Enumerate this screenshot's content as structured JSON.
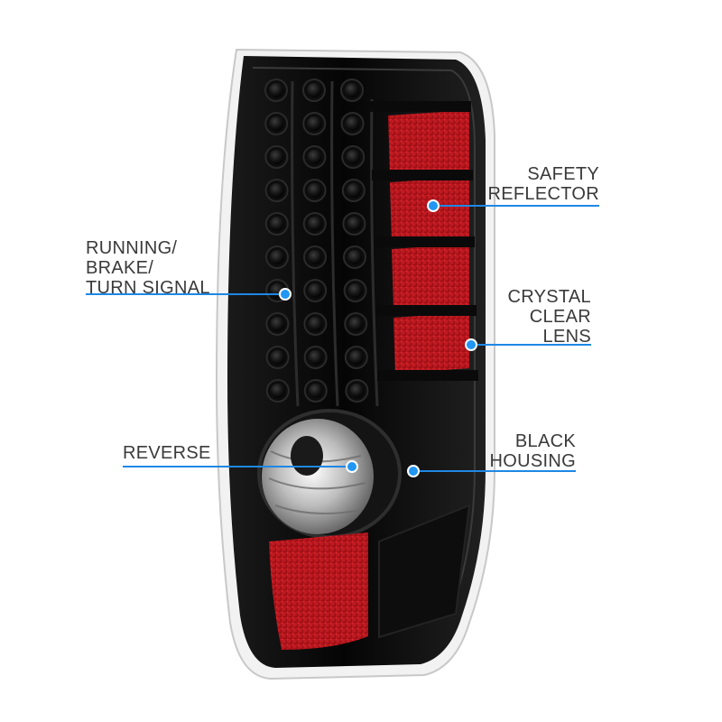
{
  "callouts": {
    "running": {
      "lines": [
        "RUNNING/",
        "BRAKE/",
        "TURN SIGNAL"
      ]
    },
    "reverse": {
      "lines": [
        "REVERSE"
      ]
    },
    "safety": {
      "lines": [
        "SAFETY",
        "REFLECTOR"
      ]
    },
    "crystal": {
      "lines": [
        "CRYSTAL",
        "CLEAR",
        "LENS"
      ]
    },
    "black": {
      "lines": [
        "BLACK",
        "HOUSING"
      ]
    }
  },
  "colors": {
    "callout_line": "#1e88e5",
    "dot": "#2196f3",
    "housing": "#0b0b0b",
    "reflector_red": "#c4141c",
    "text": "#3a3a3a"
  }
}
